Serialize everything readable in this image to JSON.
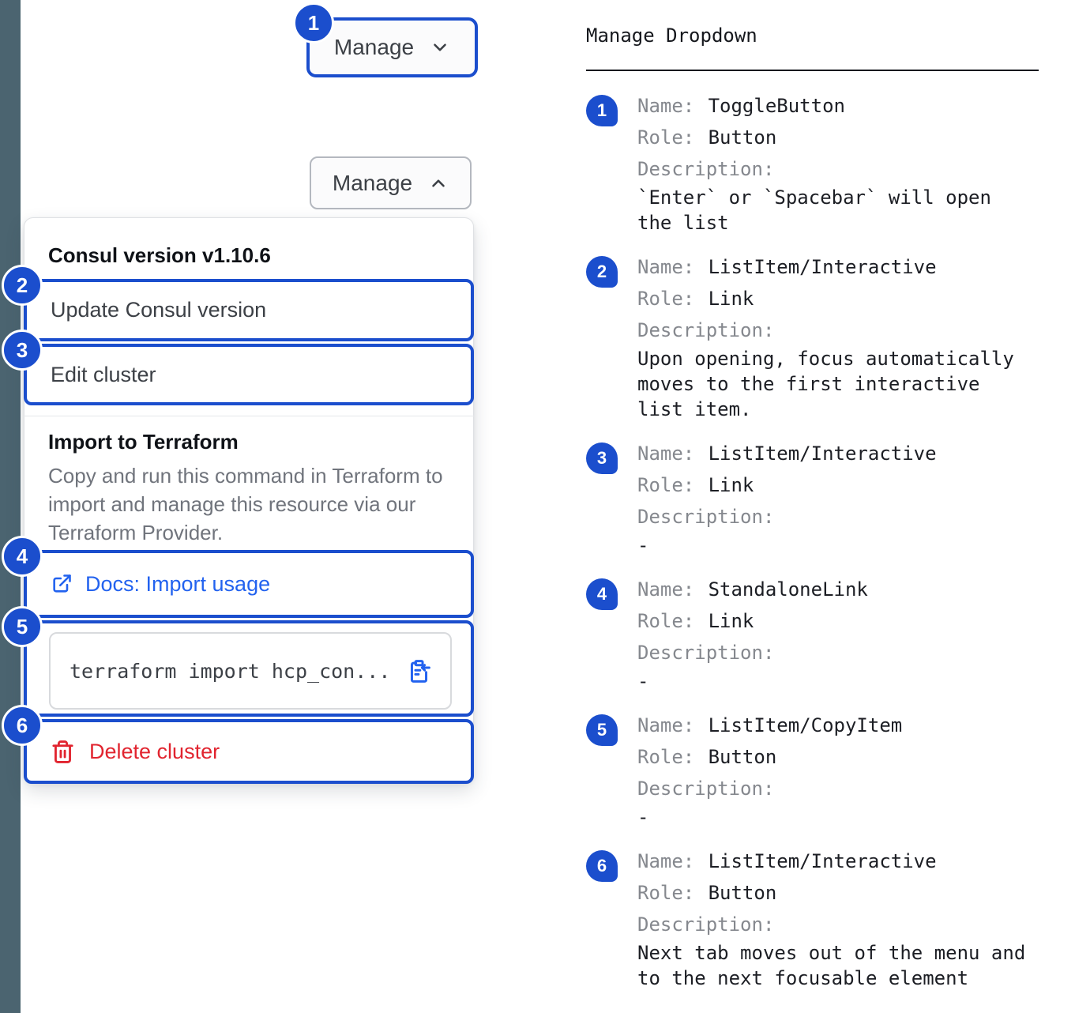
{
  "colors": {
    "annotation_blue": "#1b4ecd",
    "link_blue": "#2262ef",
    "danger_red": "#e1242f",
    "side_strip": "#4b6470"
  },
  "mockup": {
    "toggle_button": {
      "badge": "1",
      "label": "Manage"
    },
    "open_button": {
      "label": "Manage"
    },
    "menu": {
      "version_header": "Consul version v1.10.6",
      "update_item": {
        "badge": "2",
        "label": "Update Consul version"
      },
      "edit_item": {
        "badge": "3",
        "label": "Edit cluster"
      },
      "import_header": "Import to Terraform",
      "import_description": "Copy and run this command in Terraform to import and manage this resource via our Terraform Provider.",
      "docs_link": {
        "badge": "4",
        "label": "Docs: Import usage"
      },
      "copy_item": {
        "badge": "5",
        "code": "terraform import hcp_con..."
      },
      "delete_item": {
        "badge": "6",
        "label": "Delete cluster"
      }
    }
  },
  "legend": {
    "title": "Manage Dropdown",
    "name_label": "Name:",
    "role_label": "Role:",
    "description_label": "Description:",
    "entries": [
      {
        "badge": "1",
        "name": "ToggleButton",
        "role": "Button",
        "description": "`Enter` or `Spacebar` will open the list"
      },
      {
        "badge": "2",
        "name": "ListItem/Interactive",
        "role": "Link",
        "description": "Upon opening, focus automatically moves to the first interactive list item."
      },
      {
        "badge": "3",
        "name": "ListItem/Interactive",
        "role": "Link",
        "description": "-"
      },
      {
        "badge": "4",
        "name": "StandaloneLink",
        "role": "Link",
        "description": "-"
      },
      {
        "badge": "5",
        "name": "ListItem/CopyItem",
        "role": "Button",
        "description": "-"
      },
      {
        "badge": "6",
        "name": "ListItem/Interactive",
        "role": "Button",
        "description": "Next tab moves out of the menu and to the next focusable element"
      }
    ]
  }
}
